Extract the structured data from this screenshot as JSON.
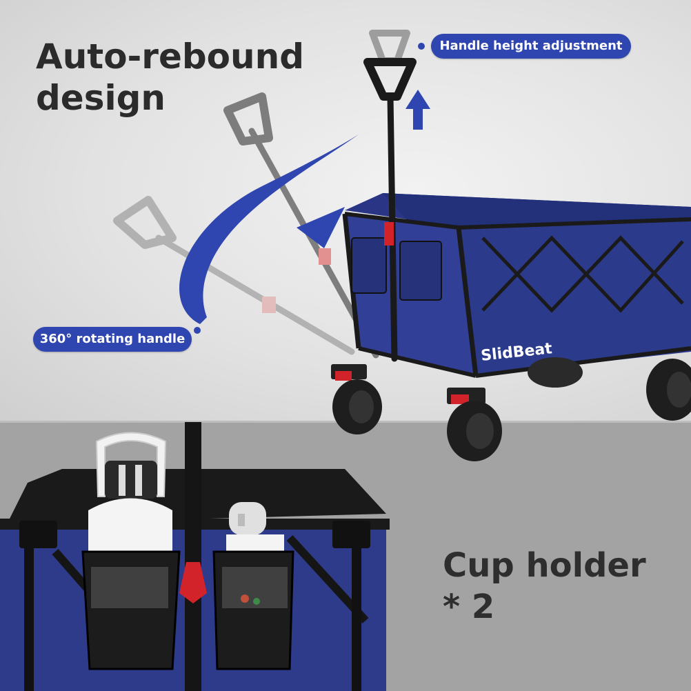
{
  "headline": "Auto-rebound design",
  "callouts": {
    "handle_height": "Handle height adjustment",
    "rotating_handle": "360° rotating handle"
  },
  "cup_holder": {
    "line1": "Cup holder",
    "line2": "* 2"
  },
  "brand": "SlidBeat",
  "colors": {
    "accent_blue": "#2f45b0",
    "wagon_blue": "#2c3a8c",
    "frame": "#1a1a1a",
    "lock_red": "#d2232a",
    "top_background": "#e6e6e6",
    "bottom_background": "#a3a3a3"
  },
  "icons": {
    "up_arrow": "arrow-up-icon",
    "rotation_arrow": "curved-arrow-icon"
  }
}
